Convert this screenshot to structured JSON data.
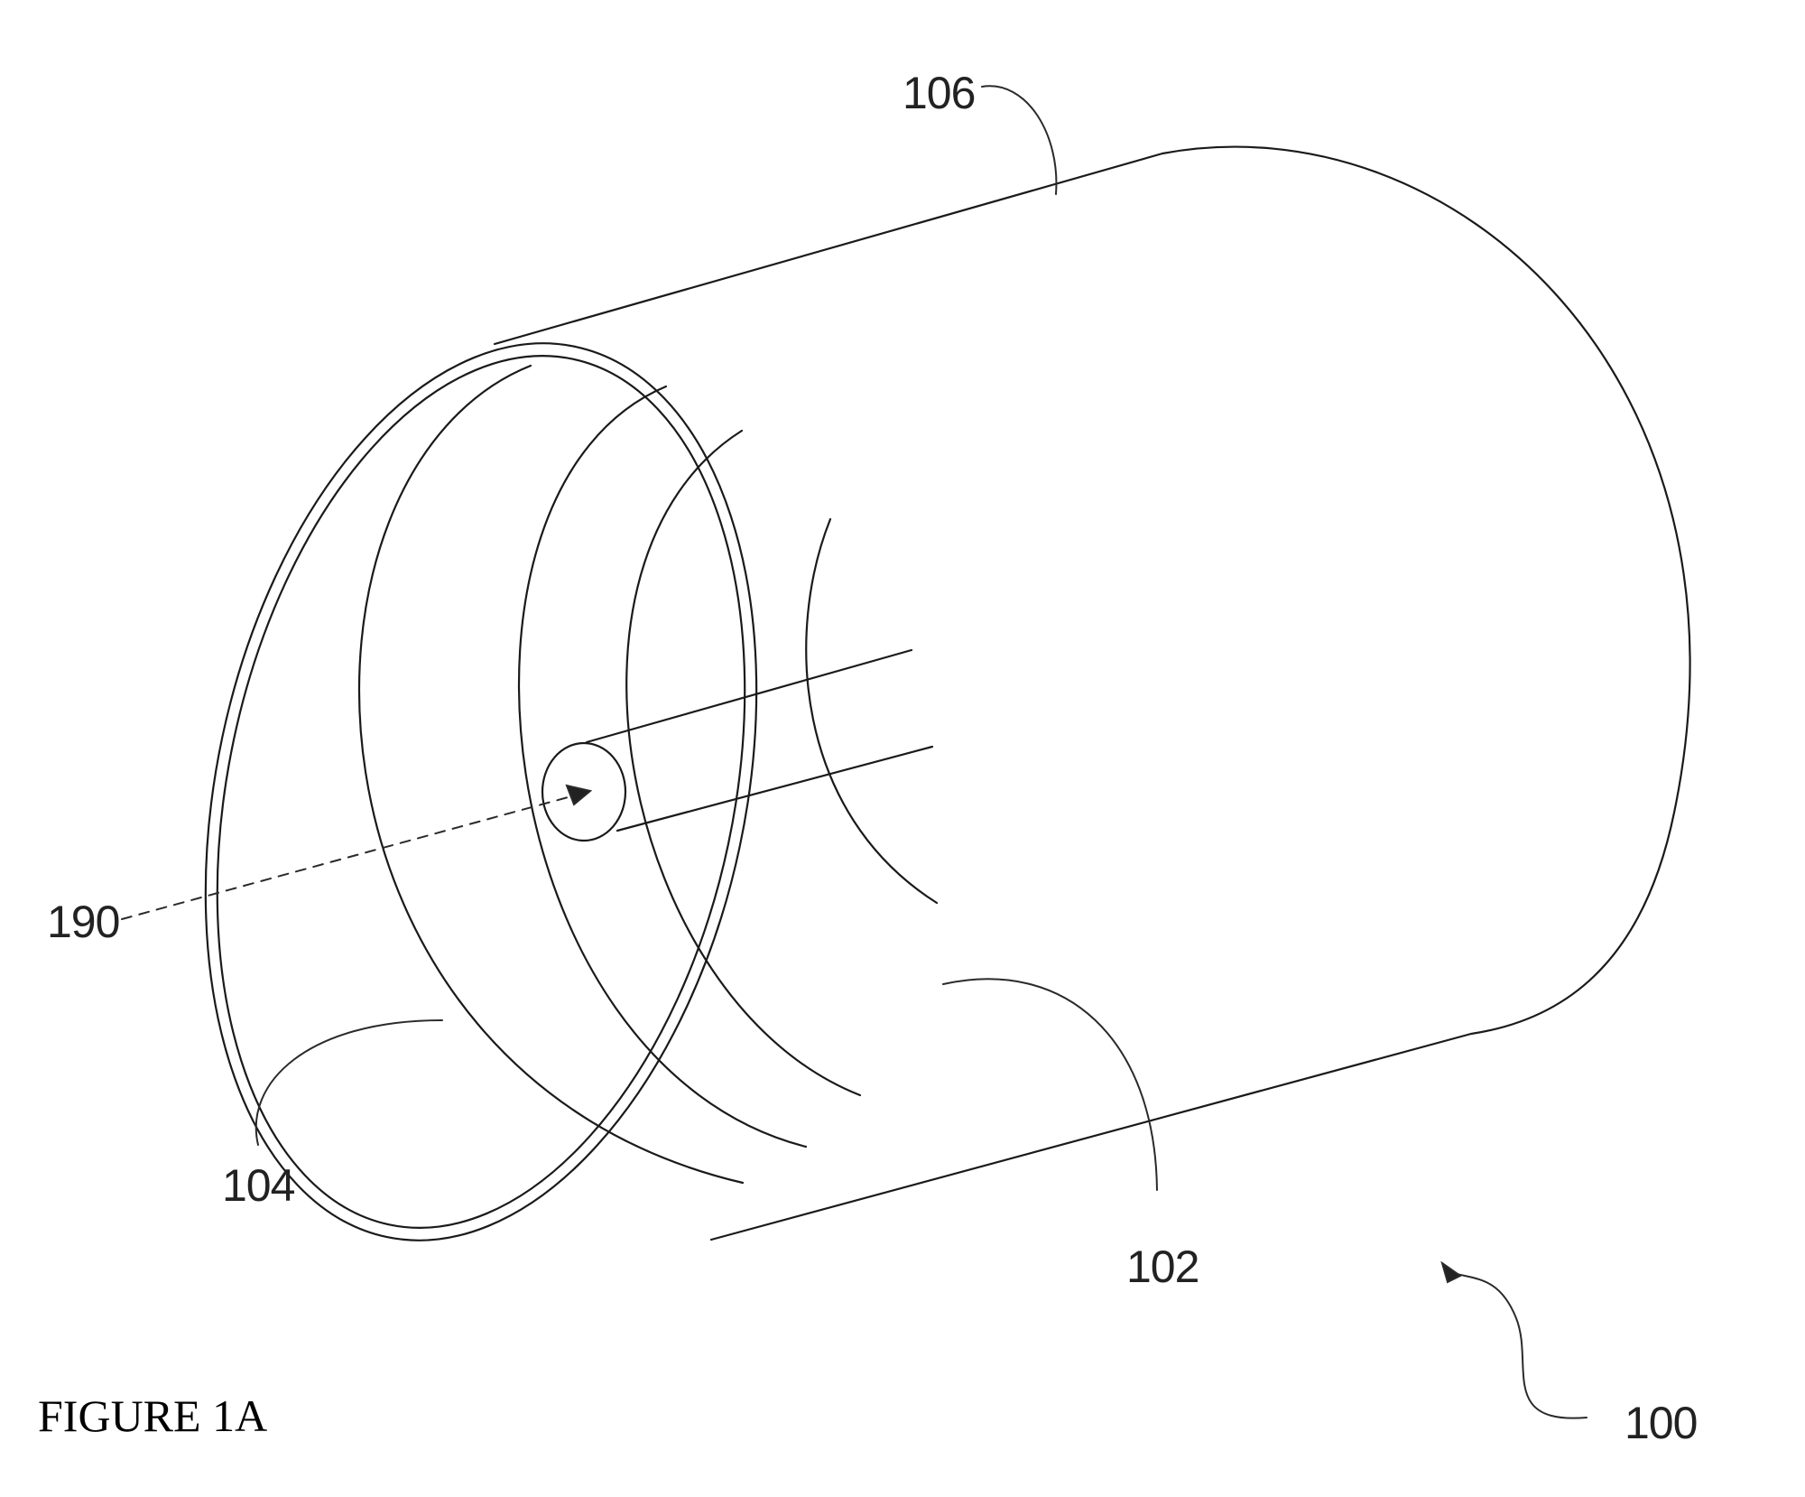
{
  "figure": {
    "caption": "FIGURE 1A",
    "reference_numerals": {
      "assembly": "100",
      "inner_component": "102",
      "inner_liner": "104",
      "outer_shell": "106",
      "axis": "190"
    }
  }
}
